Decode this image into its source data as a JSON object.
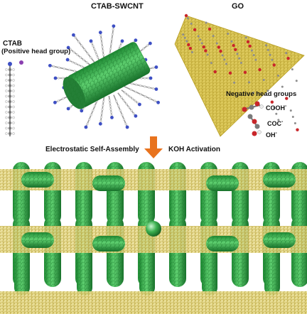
{
  "labels": {
    "ctab_title": "CTAB",
    "ctab_subtitle": "(Positive head group)",
    "cnt_title": "CTAB-SWCNT",
    "go_title": "GO",
    "negative_title": "Negative head groups",
    "cooh": "COOH",
    "coc": "COC",
    "oh": "OH",
    "charge": "-",
    "step_left": "Electrostatic Self-Assembly",
    "step_right": "KOH Activation"
  },
  "colors": {
    "nanotube": "#2fa845",
    "nanotube_dark": "#1d7a2e",
    "graphene_sheet": "#d9c24a",
    "sheet_edge": "#b79d22",
    "oxygen": "#c8262a",
    "carbon": "#7a7a7a",
    "hydrogen": "#f0f0f0",
    "nitrogen": "#3d4fc4",
    "arrow": "#e8731e"
  }
}
